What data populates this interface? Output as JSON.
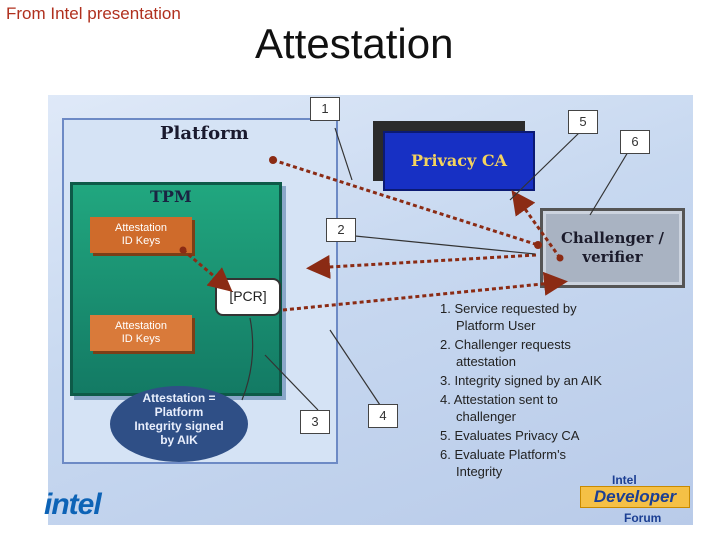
{
  "header": {
    "source_note": "From Intel presentation",
    "title": "Attestation"
  },
  "diagram": {
    "platform_label": "Platform",
    "tpm_label": "TPM",
    "attestation_id_keys_1": [
      "Attestation",
      "ID Keys"
    ],
    "attestation_id_keys_2": [
      "Attestation",
      "ID Keys"
    ],
    "pcr_label": "[PCR]",
    "attestation_ellipse": [
      "Attestation =",
      "Platform",
      "Integrity signed",
      "by AIK"
    ],
    "privacy_ca_label": "Privacy CA",
    "challenger_lines": [
      "Challenger /",
      "verifier"
    ],
    "callouts": [
      "1",
      "2",
      "3",
      "4",
      "5",
      "6"
    ]
  },
  "steps": [
    {
      "n": "1.",
      "line1": "Service requested by",
      "line2": "Platform User"
    },
    {
      "n": "2.",
      "line1": "Challenger requests",
      "line2": "attestation"
    },
    {
      "n": "3.",
      "line1": "Integrity signed by an AIK",
      "line2": ""
    },
    {
      "n": "4.",
      "line1": "Attestation sent to",
      "line2": "challenger"
    },
    {
      "n": "5.",
      "line1": "Evaluates Privacy CA",
      "line2": ""
    },
    {
      "n": "6.",
      "line1": "Evaluate Platform's",
      "line2": "Integrity"
    }
  ],
  "branding": {
    "intel_logo": "intel",
    "idf_small": "Intel",
    "idf_main": "Developer",
    "idf_forum": "Forum"
  },
  "colors": {
    "arrow": "#8b2b14",
    "tpm": "#1a9273",
    "privacy_ca": "#1730c4",
    "key_box": "#cf6b2b"
  }
}
